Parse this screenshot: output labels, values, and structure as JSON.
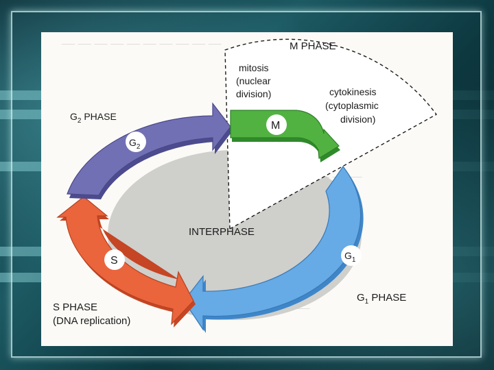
{
  "phases": {
    "m_phase": "M PHASE",
    "mitosis": [
      "mitosis",
      "(nuclear",
      "division)"
    ],
    "cytokinesis": [
      "cytokinesis",
      "(cytoplasmic",
      "division)"
    ],
    "m_letter": "M",
    "g2_phase": {
      "base": "G",
      "sub": "2",
      "suffix": " PHASE"
    },
    "g2_badge": {
      "base": "G",
      "sub": "2"
    },
    "interphase": "INTERPHASE",
    "s_letter": "S",
    "s_phase": "S PHASE",
    "s_note": "(DNA replication)",
    "g1_badge": {
      "base": "G",
      "sub": "1"
    },
    "g1_phase": {
      "base": "G",
      "sub": "1",
      "suffix": " PHASE"
    }
  },
  "colors": {
    "m_phase": "#4caa3c",
    "g2_phase": "#6e6cb0",
    "s_phase": "#e8633c",
    "g1_phase": "#63a9e6",
    "interphase_fill": "#cfcfcc",
    "frame": "#0a3038"
  }
}
